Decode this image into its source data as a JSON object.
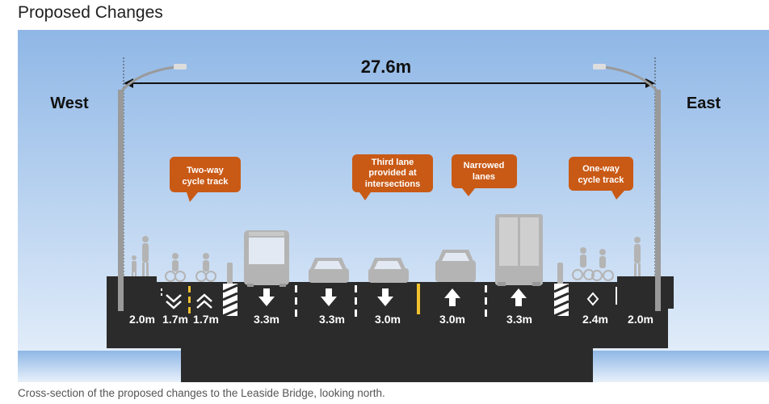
{
  "heading": "Proposed Changes",
  "caption": "Cross-section of the proposed changes to the Leaside Bridge, looking north.",
  "diagram": {
    "total_width": "27.6m",
    "side_left": "West",
    "side_right": "East",
    "callouts": {
      "two_way": [
        "Two-way",
        "cycle track"
      ],
      "third_lane": [
        "Third lane",
        "provided at",
        "intersections"
      ],
      "narrowed": [
        "Narrowed",
        "lanes"
      ],
      "one_way": [
        "One-way",
        "cycle track"
      ]
    },
    "widths": {
      "w_sidewalk": "2.0m",
      "w_cycle_sb": "1.7m",
      "w_cycle_nb": "1.7m",
      "w_lane1": "3.3m",
      "w_lane2": "3.3m",
      "w_lane3": "3.0m",
      "w_lane4": "3.0m",
      "w_lane5": "3.3m",
      "w_cycle_east": "2.4m",
      "e_sidewalk": "2.0m"
    },
    "colors": {
      "sky_top": "#8fb7e6",
      "sky_bottom": "#e8f1fb",
      "deck": "#2b2b2b",
      "callout": "#c95a16",
      "lane_marking": "#ffffff",
      "centre_line": "#f2c12e",
      "silhouette": "#b4b4b4"
    }
  }
}
